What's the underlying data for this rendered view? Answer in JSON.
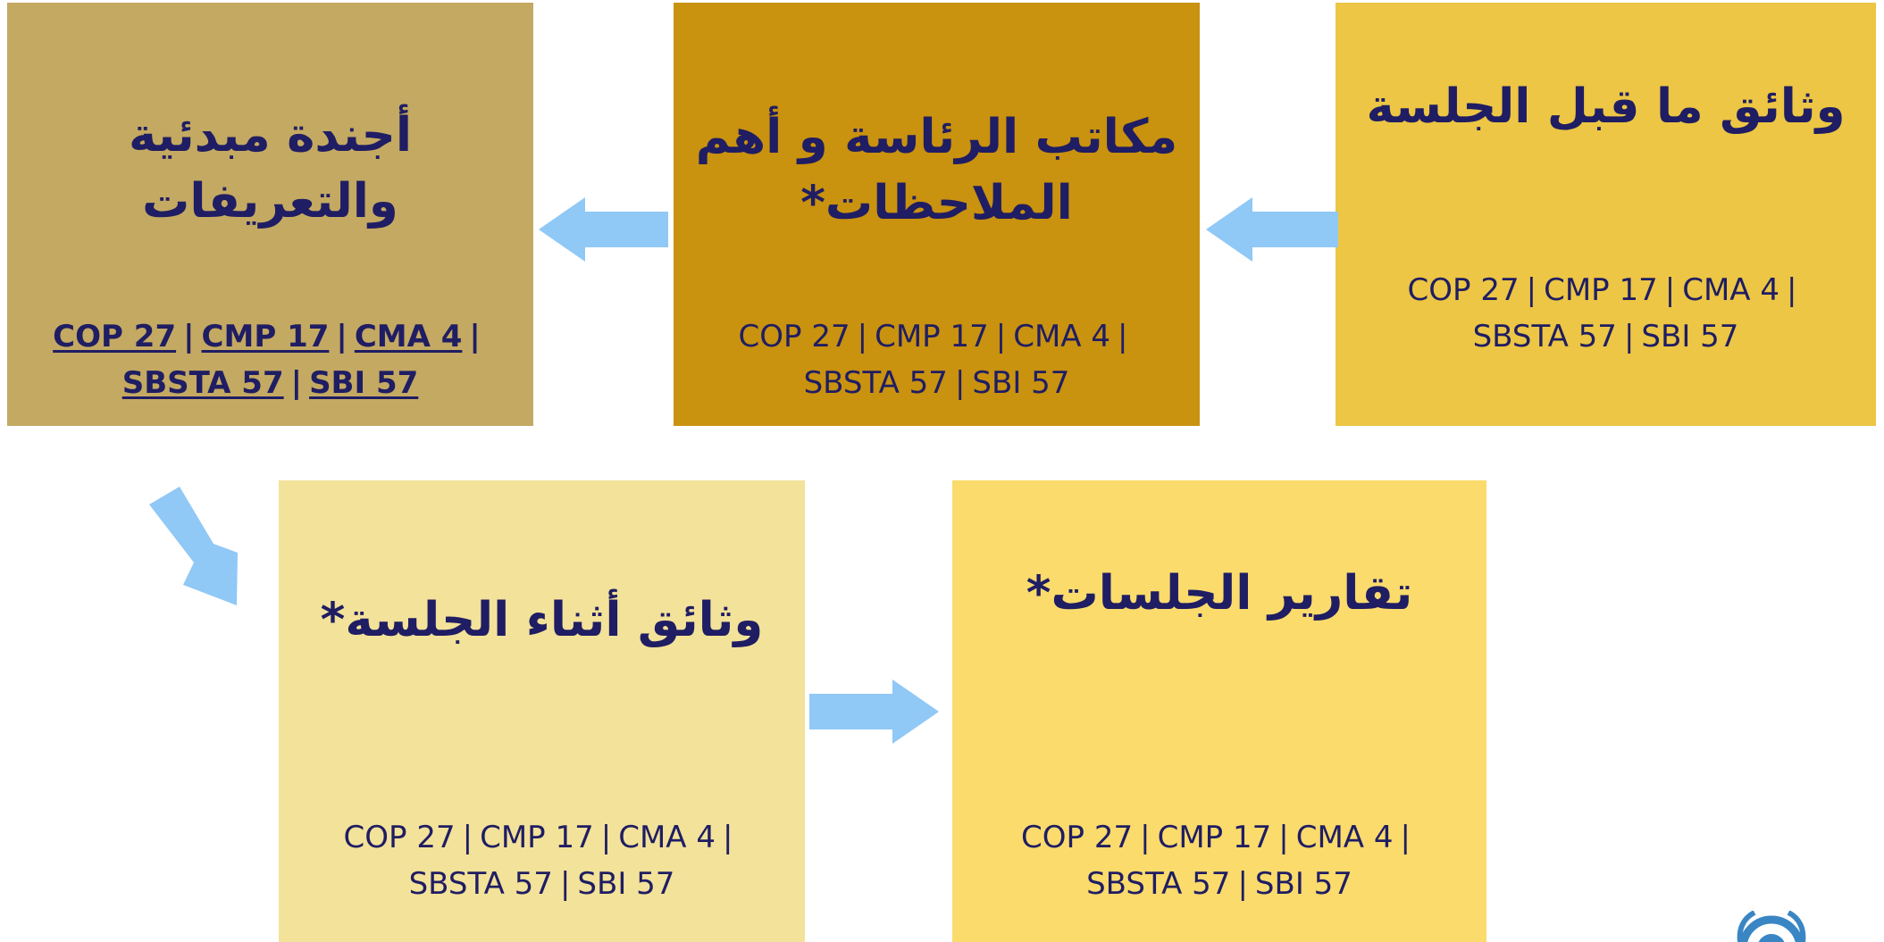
{
  "colors": {
    "text": "#1f1d63",
    "arrow": "#90c8f6",
    "box_agenda": "#c4a962",
    "box_presidency": "#c9920f",
    "box_pre_session": "#ecc644",
    "box_in_session": "#f3e299",
    "box_reports": "#fadb6c"
  },
  "boxes": {
    "pre_session": {
      "title": "وثائق ما قبل الجلسة",
      "line1": [
        "COP 27",
        "CMP 17",
        "CMA 4"
      ],
      "line2": [
        "SBSTA 57",
        "SBI 57"
      ]
    },
    "presidency": {
      "title_line1": "مكاتب الرئاسة و أهم",
      "title_line2": "الملاحظات*",
      "line1": [
        "COP 27",
        "CMP 17",
        "CMA 4"
      ],
      "line2": [
        "SBSTA 57",
        "SBI 57"
      ]
    },
    "agenda": {
      "title_line1": "أجندة مبدئية",
      "title_line2": "والتعريفات",
      "line1": [
        "COP 27",
        "CMP 17",
        "CMA 4"
      ],
      "line2": [
        "SBSTA 57",
        "SBI 57"
      ]
    },
    "in_session": {
      "title": "وثائق أثناء الجلسة*",
      "line1": [
        "COP 27",
        "CMP 17",
        "CMA 4"
      ],
      "line2": [
        "SBSTA 57",
        "SBI 57"
      ]
    },
    "reports": {
      "title": "تقارير الجلسات*",
      "line1": [
        "COP 27",
        "CMP 17",
        "CMA 4"
      ],
      "line2": [
        "SBSTA 57",
        "SBI 57"
      ]
    }
  },
  "logo": {
    "icon": "un-emblem-icon"
  }
}
